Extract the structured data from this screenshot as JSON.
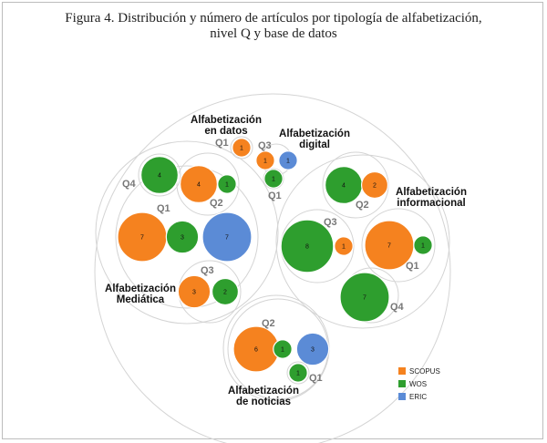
{
  "title": {
    "line1": "Figura 4. Distribución y número de artículos por tipología de alfabetización,",
    "line2": "nivel Q y base de datos"
  },
  "colors": {
    "SCOPUS": "#f5821f",
    "WOS": "#2e9e2e",
    "ERIC": "#5b8bd6",
    "outline": "#d4d4d4"
  },
  "chart_data": {
    "type": "packed-bubble",
    "title": "Figura 4. Distribución y número de artículos por tipología de alfabetización, nivel Q y base de datos",
    "legend": {
      "placement": "bottom-right",
      "entries": [
        "SCOPUS",
        "WOS",
        "ERIC"
      ]
    },
    "groups": [
      {
        "id": "datos",
        "label": [
          "Alfabetización",
          "en datos"
        ],
        "quartiles": [
          {
            "q": "Q1",
            "items": [
              {
                "db": "SCOPUS",
                "value": 1
              }
            ]
          }
        ]
      },
      {
        "id": "digital",
        "label": [
          "Alfabetización",
          "digital"
        ],
        "quartiles": [
          {
            "q": "Q3",
            "items": [
              {
                "db": "SCOPUS",
                "value": 1
              },
              {
                "db": "ERIC",
                "value": 1
              }
            ]
          },
          {
            "q": "Q1",
            "items": [
              {
                "db": "WOS",
                "value": 1
              }
            ]
          }
        ]
      },
      {
        "id": "mediatica",
        "label": [
          "Alfabetización",
          "Mediática"
        ],
        "quartiles": [
          {
            "q": "Q4",
            "items": [
              {
                "db": "WOS",
                "value": 4
              }
            ]
          },
          {
            "q": "Q2",
            "items": [
              {
                "db": "SCOPUS",
                "value": 4
              },
              {
                "db": "WOS",
                "value": 1
              }
            ]
          },
          {
            "q": "Q1",
            "items": [
              {
                "db": "SCOPUS",
                "value": 7
              },
              {
                "db": "WOS",
                "value": 3
              },
              {
                "db": "ERIC",
                "value": 7
              }
            ]
          },
          {
            "q": "Q3",
            "items": [
              {
                "db": "SCOPUS",
                "value": 3
              },
              {
                "db": "WOS",
                "value": 2
              }
            ]
          }
        ]
      },
      {
        "id": "informacional",
        "label": [
          "Alfabetización",
          "informacional"
        ],
        "quartiles": [
          {
            "q": "Q2",
            "items": [
              {
                "db": "WOS",
                "value": 4
              },
              {
                "db": "SCOPUS",
                "value": 2
              }
            ]
          },
          {
            "q": "Q3",
            "items": [
              {
                "db": "WOS",
                "value": 8
              },
              {
                "db": "SCOPUS",
                "value": 1
              }
            ]
          },
          {
            "q": "Q1",
            "items": [
              {
                "db": "SCOPUS",
                "value": 7
              },
              {
                "db": "WOS",
                "value": 1
              }
            ]
          },
          {
            "q": "Q4",
            "items": [
              {
                "db": "WOS",
                "value": 7
              }
            ]
          }
        ]
      },
      {
        "id": "noticias",
        "label": [
          "Alfabetización",
          "de noticias"
        ],
        "quartiles": [
          {
            "q": "Q2",
            "items": [
              {
                "db": "SCOPUS",
                "value": 6
              },
              {
                "db": "WOS",
                "value": 1
              },
              {
                "db": "ERIC",
                "value": 3
              }
            ]
          },
          {
            "q": "Q1",
            "items": [
              {
                "db": "WOS",
                "value": 1
              }
            ]
          }
        ]
      }
    ]
  }
}
